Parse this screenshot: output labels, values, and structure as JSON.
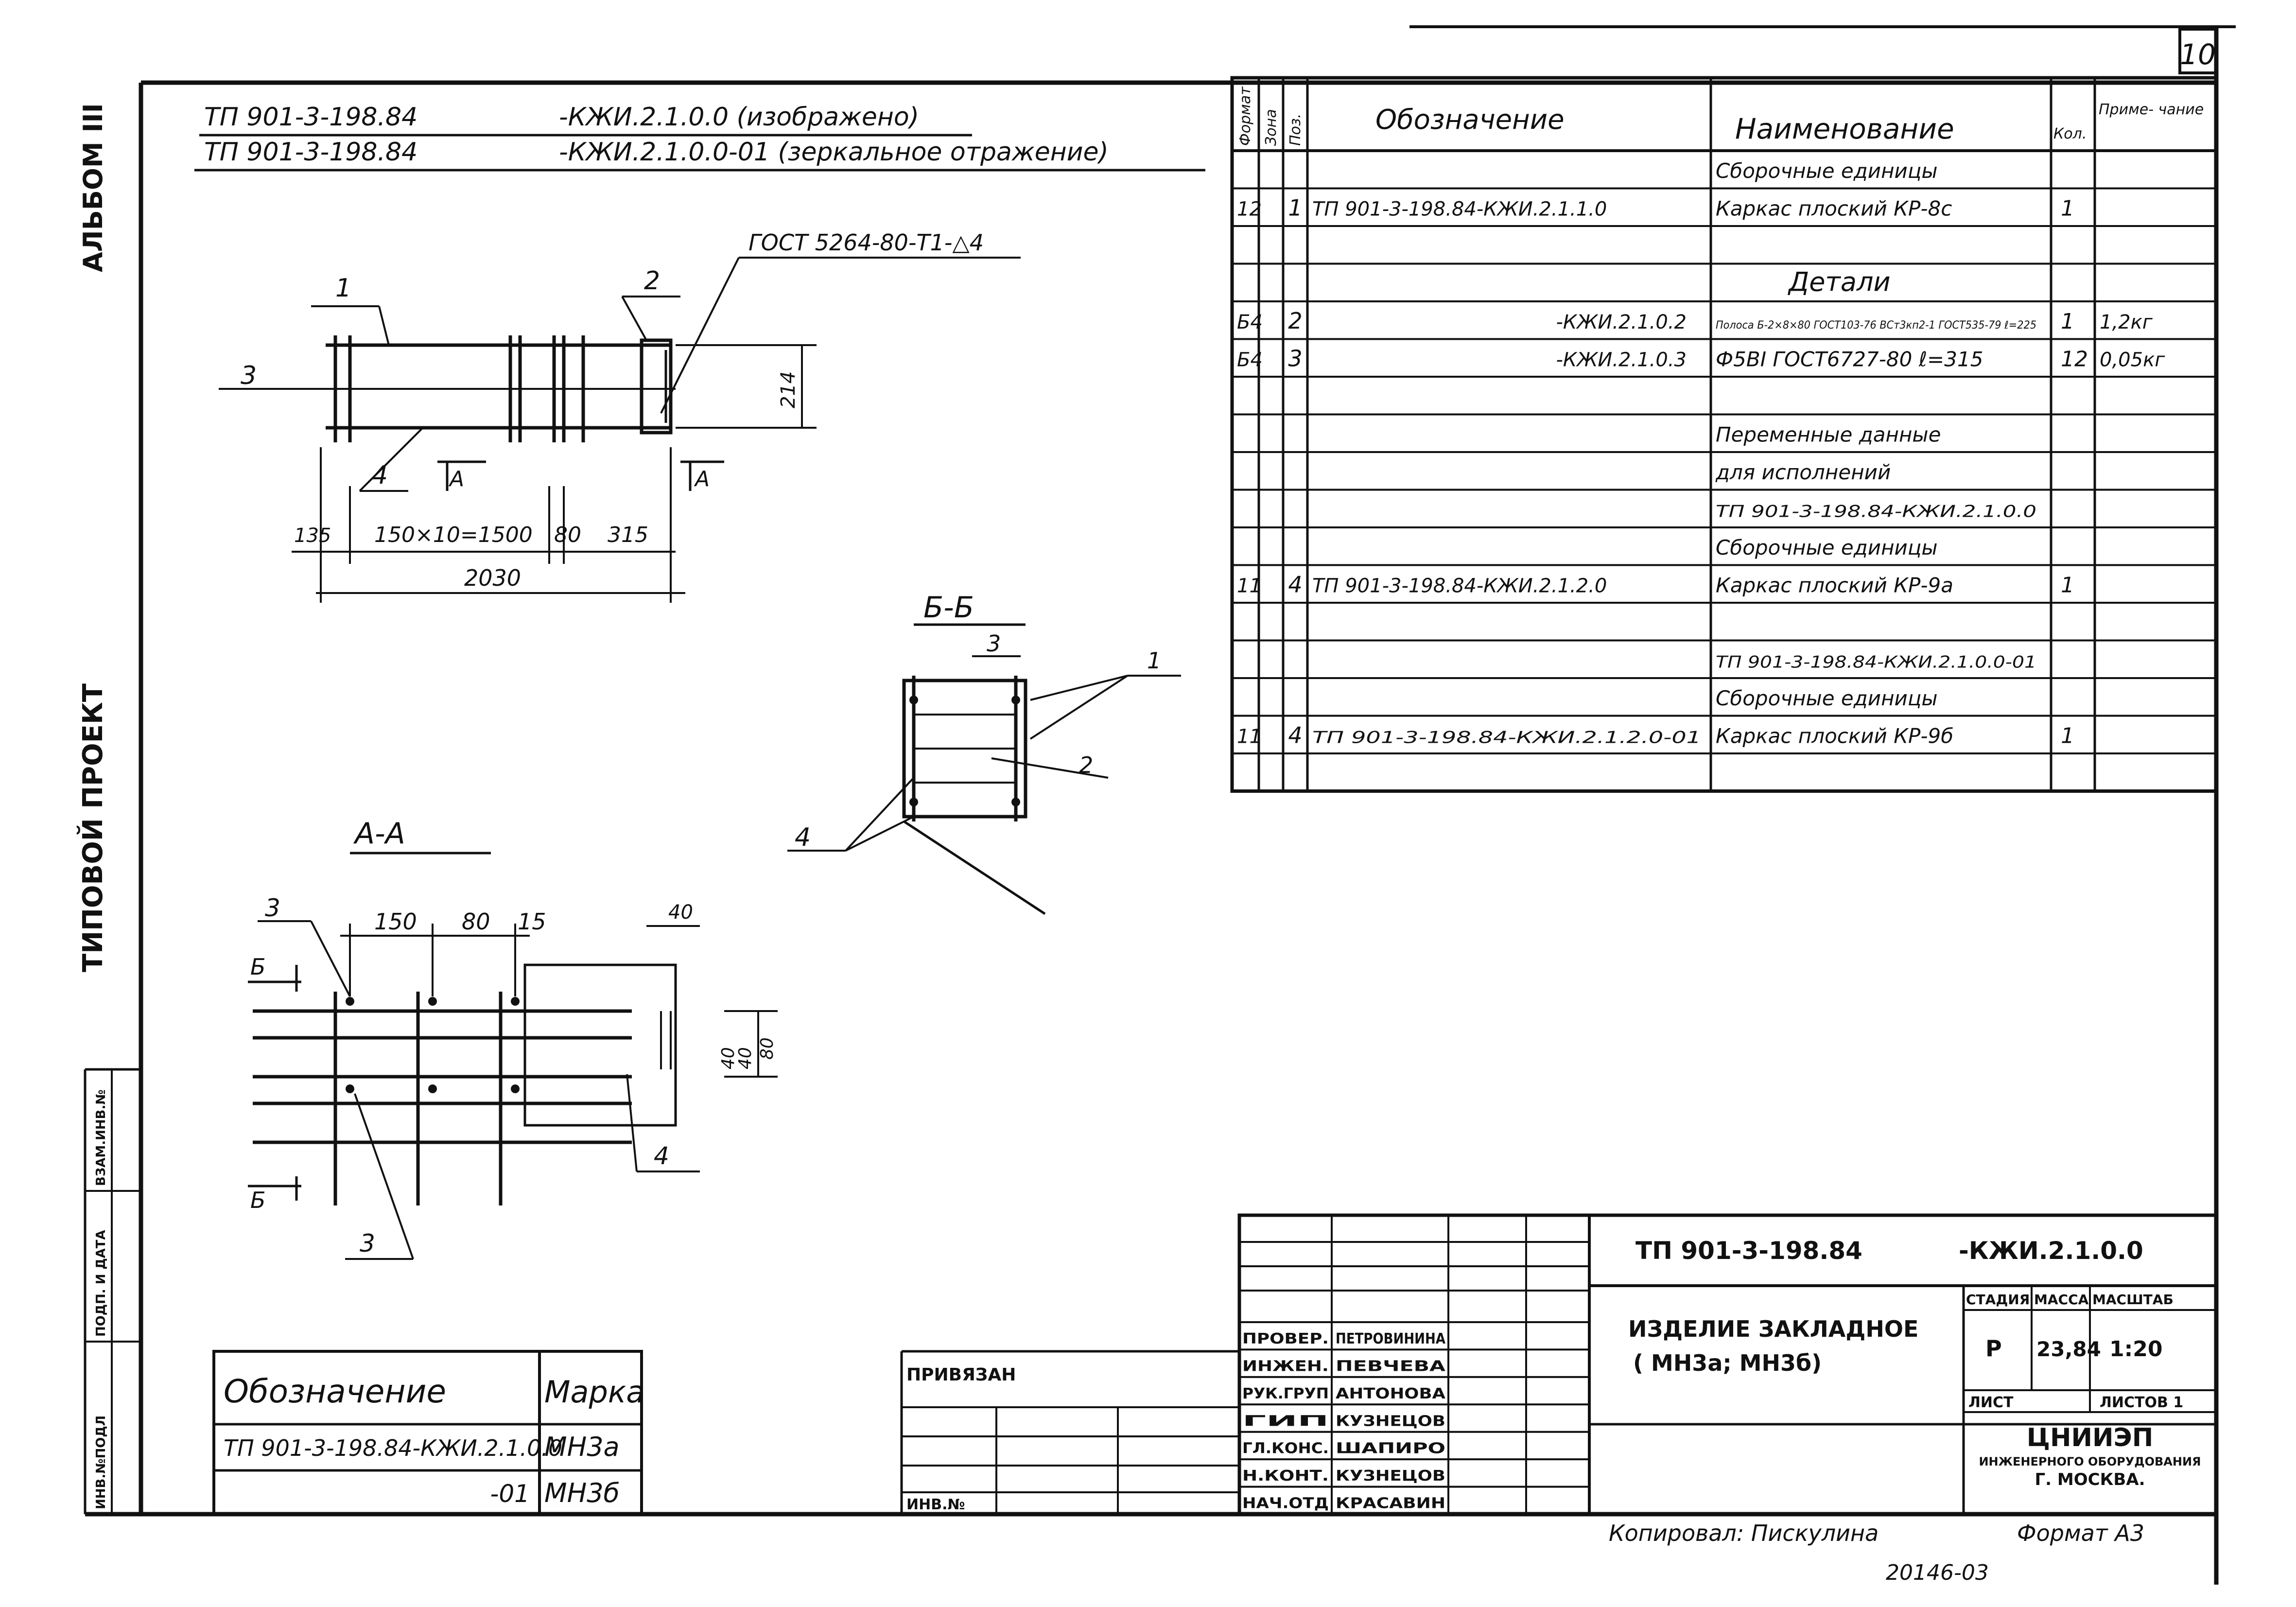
{
  "page_number": "10",
  "side_labels": {
    "album": "АЛЬБОМ III",
    "project": "ТИПОВОЙ ПРОЕКТ",
    "inv_orig": "ИНВ.№ПОДЛ",
    "sign_date": "ПОДП. И ДАТА",
    "replace_inv": "ВЗАМ.ИНВ.№"
  },
  "header_lines": [
    {
      "code": "ТП 901-3-198.84",
      "suffix": "-КЖИ.2.1.0.0 (изображено)"
    },
    {
      "code": "ТП 901-3-198.84",
      "suffix": "-КЖИ.2.1.0.0-01 (зеркальное отражение)"
    }
  ],
  "drawing": {
    "weld_note": "ГОСТ 5264-80-Т1-△4",
    "callouts": [
      "1",
      "2",
      "3",
      "4"
    ],
    "height_dim": "214",
    "dims": [
      "135",
      "150×10=1500",
      "80",
      "315"
    ],
    "total_dim": "2030",
    "section_mark": "А",
    "section_bb_title": "Б-Б",
    "section_aa_title": "А-А",
    "section_b_mark": "Б",
    "aa_dims": [
      "150",
      "80",
      "15",
      "40",
      "40",
      "40",
      "80"
    ]
  },
  "spec_table": {
    "headers": {
      "format": "Формат",
      "zone": "Зона",
      "pos": "Поз.",
      "designation": "Обозначение",
      "name": "Наименование",
      "qty": "Кол.",
      "note": "Приме- чание"
    },
    "rows": [
      {
        "format": "",
        "zone": "",
        "pos": "",
        "designation": "",
        "name": "Сборочные единицы",
        "qty": "",
        "note": ""
      },
      {
        "format": "12",
        "zone": "",
        "pos": "1",
        "designation": "ТП 901-3-198.84-КЖИ.2.1.1.0",
        "name": "Каркас плоский КР-8с",
        "qty": "1",
        "note": ""
      },
      {
        "format": "",
        "zone": "",
        "pos": "",
        "designation": "",
        "name": "",
        "qty": "",
        "note": ""
      },
      {
        "format": "",
        "zone": "",
        "pos": "",
        "designation": "",
        "name": "Детали",
        "qty": "",
        "note": ""
      },
      {
        "format": "Б4",
        "zone": "",
        "pos": "2",
        "designation": "-КЖИ.2.1.0.2",
        "name": "Полоса Б-2×8×80 ГОСТ103-76 ВСт3кп2-1 ГОСТ535-79 ℓ=225",
        "qty": "1",
        "note": "1,2кг"
      },
      {
        "format": "Б4",
        "zone": "",
        "pos": "3",
        "designation": "-КЖИ.2.1.0.3",
        "name": "Ф5ВI ГОСТ6727-80 ℓ=315",
        "qty": "12",
        "note": "0,05кг"
      },
      {
        "format": "",
        "zone": "",
        "pos": "",
        "designation": "",
        "name": "",
        "qty": "",
        "note": ""
      },
      {
        "format": "",
        "zone": "",
        "pos": "",
        "designation": "",
        "name": "Переменные данные",
        "qty": "",
        "note": ""
      },
      {
        "format": "",
        "zone": "",
        "pos": "",
        "designation": "",
        "name": "для исполнений",
        "qty": "",
        "note": ""
      },
      {
        "format": "",
        "zone": "",
        "pos": "",
        "designation": "",
        "name": "ТП 901-3-198.84-КЖИ.2.1.0.0",
        "qty": "",
        "note": ""
      },
      {
        "format": "",
        "zone": "",
        "pos": "",
        "designation": "",
        "name": "Сборочные единицы",
        "qty": "",
        "note": ""
      },
      {
        "format": "11",
        "zone": "",
        "pos": "4",
        "designation": "ТП 901-3-198.84-КЖИ.2.1.2.0",
        "name": "Каркас плоский КР-9а",
        "qty": "1",
        "note": ""
      },
      {
        "format": "",
        "zone": "",
        "pos": "",
        "designation": "",
        "name": "",
        "qty": "",
        "note": ""
      },
      {
        "format": "",
        "zone": "",
        "pos": "",
        "designation": "",
        "name": "ТП 901-3-198.84-КЖИ.2.1.0.0-01",
        "qty": "",
        "note": ""
      },
      {
        "format": "",
        "zone": "",
        "pos": "",
        "designation": "",
        "name": "Сборочные единицы",
        "qty": "",
        "note": ""
      },
      {
        "format": "11",
        "zone": "",
        "pos": "4",
        "designation": "ТП 901-3-198.84-КЖИ.2.1.2.0-01",
        "name": "Каркас плоский КР-9б",
        "qty": "1",
        "note": ""
      },
      {
        "format": "",
        "zone": "",
        "pos": "",
        "designation": "",
        "name": "",
        "qty": "",
        "note": ""
      }
    ]
  },
  "marks_table": {
    "header_designation": "Обозначение",
    "header_mark": "Марка",
    "rows": [
      {
        "designation": "ТП 901-3-198.84-КЖИ.2.1.0.0",
        "mark": "МН3а"
      },
      {
        "designation": "-01",
        "mark": "МН3б"
      }
    ]
  },
  "binding": {
    "label": "ПРИВЯЗАН",
    "inv": "ИНВ.№"
  },
  "title_block": {
    "code": "ТП 901-3-198.84",
    "doc": "-КЖИ.2.1.0.0",
    "title_line1": "ИЗДЕЛИЕ ЗАКЛАДНОЕ",
    "title_line2": "( МН3а; МН3б)",
    "stage_label": "СТАДИЯ",
    "mass_label": "МАССА",
    "scale_label": "МАСШТАБ",
    "stage": "Р",
    "mass": "23,84",
    "scale": "1:20",
    "sheet_label": "ЛИСТ",
    "sheets_label": "ЛИСТОВ 1",
    "org": "ЦНИИЭП",
    "org_sub": "ИНЖЕНЕРНОГО ОБОРУДОВАНИЯ",
    "city": "Г. МОСКВА.",
    "staff": [
      {
        "role": "ПРОВЕР.",
        "name": "ПЕТРОВИНИНА"
      },
      {
        "role": "ИНЖЕН.",
        "name": "ПЕВЧЕВА"
      },
      {
        "role": "РУК.ГРУП",
        "name": "АНТОНОВА"
      },
      {
        "role": "ГИП",
        "name": "КУЗНЕЦОВ"
      },
      {
        "role": "ГЛ.КОНС.",
        "name": "ШАПИРО"
      },
      {
        "role": "Н.КОНТ.",
        "name": "КУЗНЕЦОВ"
      },
      {
        "role": "НАЧ.ОТД",
        "name": "КРАСАВИН"
      }
    ]
  },
  "footer": {
    "copied": "Копировал: Пискулина",
    "format": "Формат А3",
    "number": "20146-03"
  }
}
